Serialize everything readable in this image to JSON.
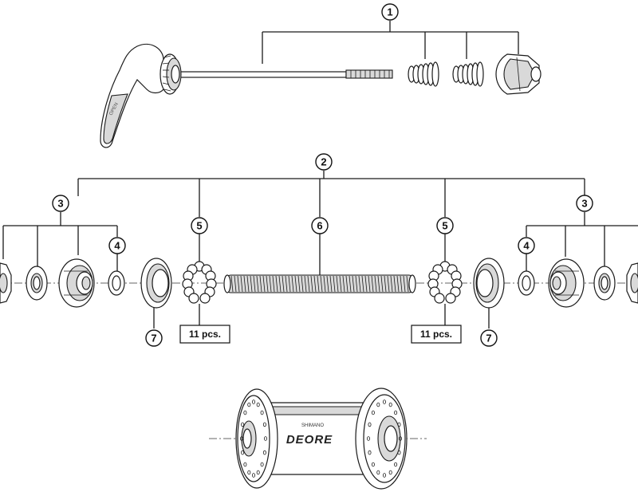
{
  "callouts": [
    "1",
    "2",
    "3",
    "3",
    "4",
    "4",
    "5",
    "5",
    "6",
    "7",
    "7"
  ],
  "quantity_labels": [
    "11 pcs.",
    "11 pcs."
  ],
  "hub_brand": {
    "small": "SHIMANO",
    "large": "DEORE"
  },
  "lever_text": "OPEN"
}
